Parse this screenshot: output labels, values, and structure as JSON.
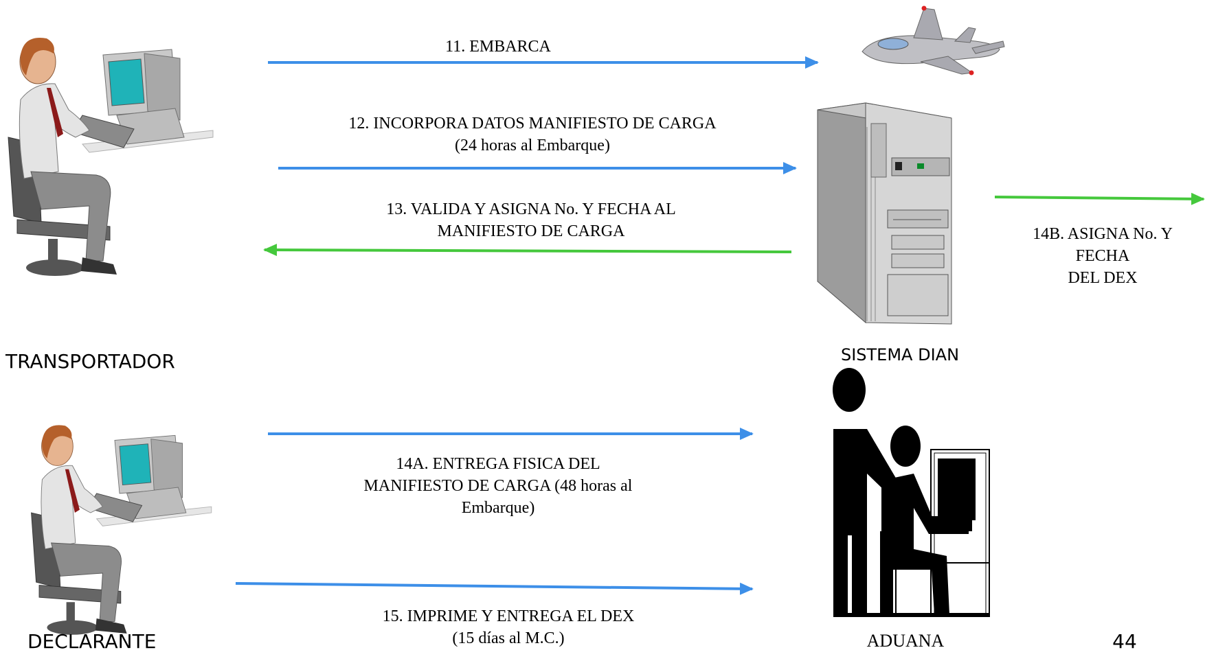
{
  "colors": {
    "blue_arrow": "#3d8fe8",
    "green_arrow": "#45c83c"
  },
  "actors": {
    "transportador": "TRANSPORTADOR",
    "declarante": "DECLARANTE",
    "sistema": "SISTEMA DIAN",
    "aduana": "ADUANA"
  },
  "steps": {
    "s11": "11. EMBARCA",
    "s12_line1": "12. INCORPORA DATOS MANIFIESTO DE CARGA",
    "s12_line2": "(24 horas al Embarque)",
    "s13_line1": "13. VALIDA Y ASIGNA No. Y FECHA AL",
    "s13_line2": "MANIFIESTO DE CARGA",
    "s14b_line1": "14B. ASIGNA No. Y",
    "s14b_line2": "FECHA",
    "s14b_line3": "DEL DEX",
    "s14a_line1": "14A. ENTREGA FISICA DEL",
    "s14a_line2": "MANIFIESTO DE CARGA  (48 horas al",
    "s14a_line3": "Embarque)",
    "s15_line1": "15. IMPRIME  Y ENTREGA  EL DEX",
    "s15_line2": "(15 días al M.C.)"
  },
  "page_number": "44",
  "icons": [
    "person-at-computer-icon",
    "airplane-icon",
    "server-tower-icon",
    "customs-officers-icon"
  ]
}
